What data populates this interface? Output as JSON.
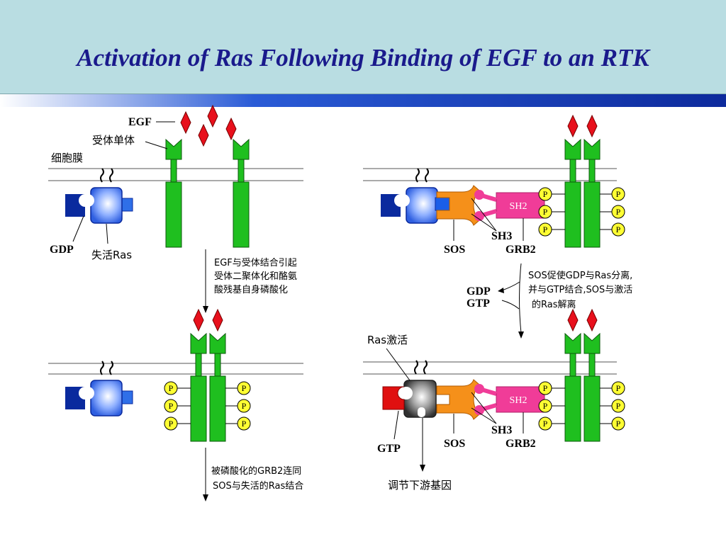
{
  "title": "Activation of Ras Following Binding of EGF to an RTK",
  "labels": {
    "egf": "EGF",
    "receptor_monomer": "受体单体",
    "membrane": "细胞膜",
    "gdp": "GDP",
    "inactive_ras": "失活Ras",
    "sos": "SOS",
    "grb2": "GRB2",
    "sh2": "SH2",
    "sh3": "SH3",
    "p": "P",
    "ras_active": "Ras激活",
    "gtp": "GTP",
    "downstream": "调节下游基因"
  },
  "step_notes": {
    "step1": [
      "EGF与受体结合引起",
      "受体二聚体化和酪氨",
      "酸残基自身磷酸化"
    ],
    "step2": [
      "被磷酸化的GRB2连同",
      "SOS与失活的Ras结合"
    ],
    "step3": [
      "SOS促使GDP与Ras分离,",
      "并与GTP结合,SOS与激活",
      "的Ras解离"
    ]
  },
  "exchange": {
    "out": "GDP",
    "in": "GTP"
  },
  "colors": {
    "header_bg": "#b9dde2",
    "title": "#1a1a8c",
    "receptor": "#1fbf1f",
    "egf": "#e8101c",
    "ras": "#3b6de8",
    "gdp": "#0a2a9e",
    "gtp": "#e01010",
    "sos": "#f5901a",
    "sh2": "#f03c98",
    "phosphate": "#ffff33"
  }
}
